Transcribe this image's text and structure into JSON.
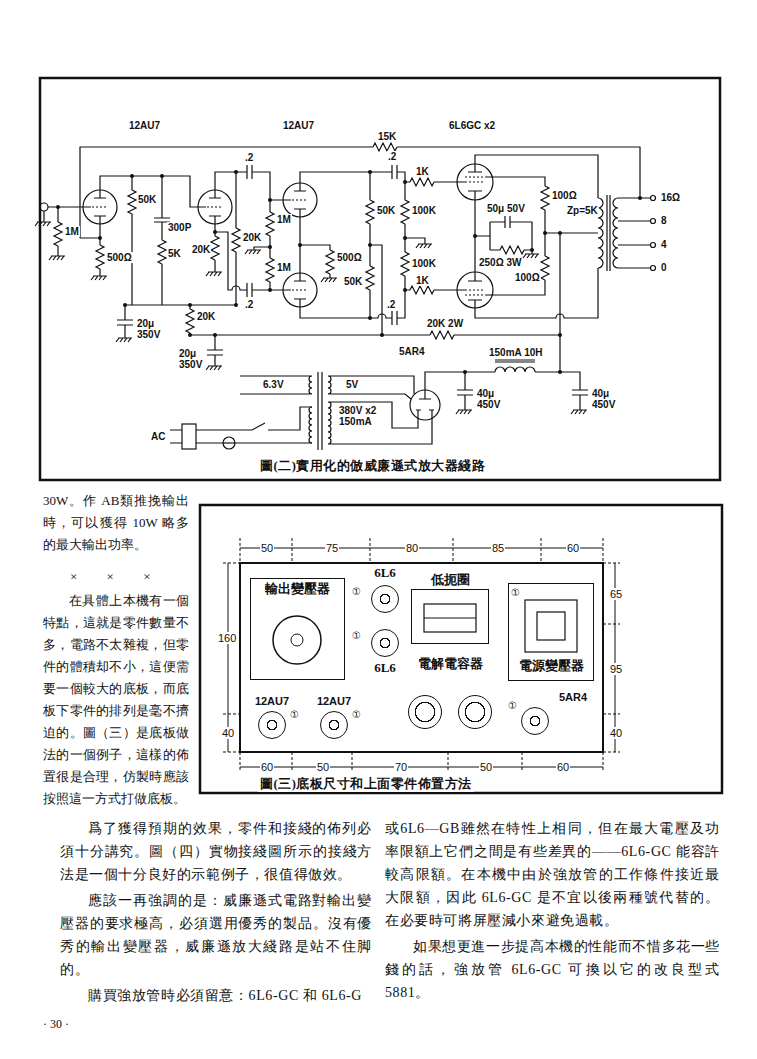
{
  "diagram": {
    "caption": "圖(二)實用化的倣威廉遜式放大器綫路",
    "nodes": [
      {
        "text": [
          "輸出變壓器"
        ]
      },
      {
        "text": [
          "6L6"
        ]
      },
      {
        "text": [
          "低扼圈"
        ]
      },
      {
        "text": [
          "電源變壓器"
        ]
      },
      {
        "text": [
          "6L6"
        ]
      },
      {
        "text": [
          "電解電容器"
        ]
      },
      {
        "text": [
          "12AU7"
        ]
      },
      {
        "text": [
          "12AU7"
        ]
      },
      {
        "text": [
          "5AR4"
        ]
      }
    ],
    "labels": [
      "12AU7",
      "12AU7",
      "6L6GC x2",
      "15K",
      "1M",
      "500Ω",
      "50K",
      "300P",
      "5K",
      "20K",
      ".2",
      "20K",
      ".2",
      "1M",
      "1M",
      "500Ω",
      "50K",
      "50K",
      ".2",
      ".2",
      "1K",
      "100K",
      "100K",
      "1K",
      "100Ω",
      "50μ 50V",
      "250Ω 3W",
      "100Ω",
      "Zp=5K",
      "16Ω",
      "8",
      "4",
      "0",
      "20K",
      "20μ 350V",
      "20μ 350V",
      "20K 2W",
      "5AR4",
      "150mA 10H",
      "6.3V",
      "5V",
      "380V x2 150mA",
      "40μ 450V",
      "40μ 450V",
      "AC",
      "50",
      "75",
      "80",
      "85",
      "60",
      "65",
      "95",
      "40",
      "160",
      "40",
      "60",
      "50",
      "70",
      "50",
      "60",
      "①",
      "①",
      "①",
      "①",
      "①",
      "①",
      "圖(三)底板尺寸和上面零件佈置方法",
      "30W。作 AB類推挽輸出時，可以獲得 10W 略多的最大輸出功率。",
      "× × ×",
      "在具體上本機有一個特點，這就是零件數量不多，電路不太雜複，但零件的體積却不小，這便需要一個較大的底板，而底板下零件的排列是毫不擠迫的。圖（三）是底板做法的一個例子，這樣的佈置很是合理，仿製時應該按照這一方式打做底板。",
      "爲了獲得預期的效果，零件和接綫的佈列必須十分講究。圖（四）實物接綫圖所示的接綫方法是一個十分良好的示範例子，很值得倣效。",
      "應該一再強調的是：威廉遜式電路對輸出變壓器的要求極高，必須選用優秀的製品。沒有優秀的輸出變壓器，威廉遜放大綫路是站不住脚的。",
      "購買強放管時必須留意：6L6-GC 和 6L6-G",
      "或6L6—GB雖然在特性上相同，但在最大電壓及功率限額上它們之間是有些差異的——6L6-GC 能容許較高限額。在本機中由於強放管的工作條件接近最大限額，因此 6L6-GC 是不宜以後兩種號代替的。在必要時可將屏壓減小來避免過載。",
      "如果想更進一步提高本機的性能而不惜多花一些錢的話，強放管 6L6-GC 可換以它的改良型式 5881。",
      "· 30 ·"
    ]
  }
}
